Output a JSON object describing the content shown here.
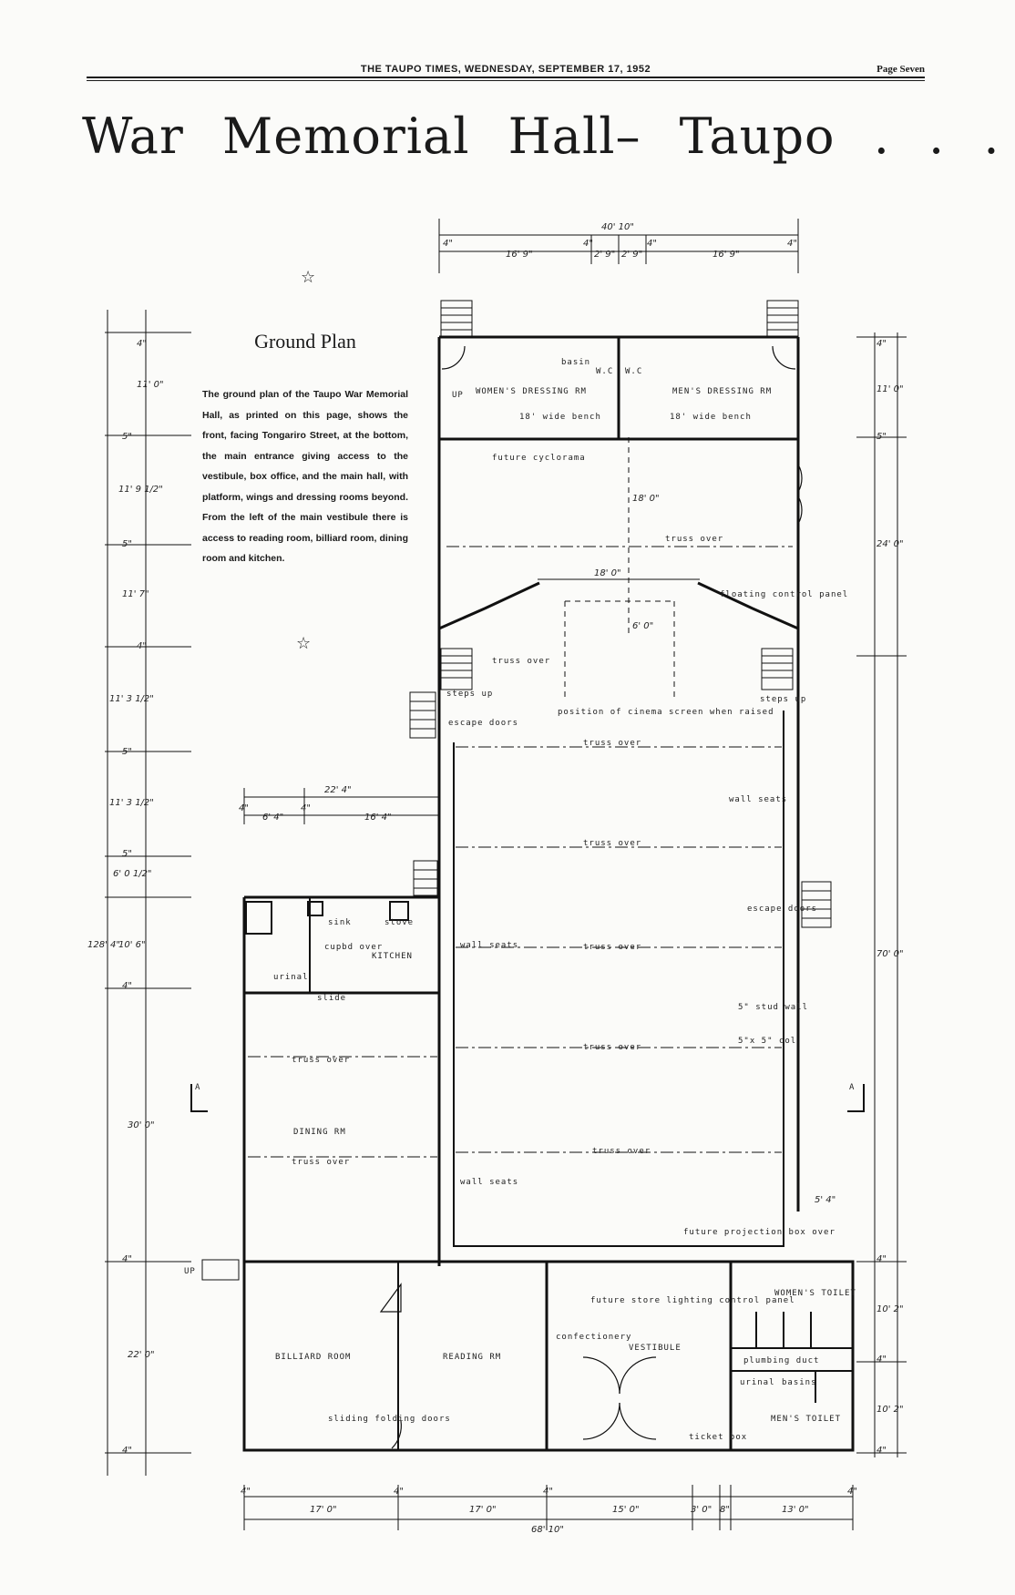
{
  "masthead": {
    "publication_line": "THE TAUPO TIMES, WEDNESDAY, SEPTEMBER 17, 1952",
    "page": "Page Seven"
  },
  "headline": "War  Memorial  Hall–  Taupo . . .",
  "ground_plan": {
    "title": "Ground Plan",
    "description": "The ground plan of the Taupo War Memorial Hall, as printed on this page, shows the front, facing Tongariro Street, at the bottom, the main entrance giving access to the vestibule, box office, and the main hall, with platform, wings and dressing rooms beyond. From the left of the main vestibule there is access to reading room, billiard room, dining room and kitchen."
  },
  "room_labels": {
    "womens_dressing": "WOMEN'S DRESSING RM",
    "mens_dressing": "MEN'S DRESSING RM",
    "basin": "basin",
    "wc": "W.C",
    "wc2": "W.C",
    "bench_left": "18' wide bench",
    "bench_right": "18' wide bench",
    "cyclorama": "future cyclorama",
    "lighting_panel": "floating control panel",
    "truss_over": "truss over",
    "steps_up_left": "steps up",
    "steps_up_right": "steps up",
    "escape_doors_left": "escape doors",
    "escape_doors_right": "escape doors",
    "cinema_screen": "position of cinema screen when raised",
    "wall_seats_1": "wall seats",
    "wall_seats_2": "wall seats",
    "wall_seats_3": "wall seats",
    "kitchen": "KITCHEN",
    "sink": "sink",
    "stove": "stove",
    "cupboard": "cupbd over",
    "urinal_k": "urinal",
    "slide": "slide",
    "stud_wall": "5\" stud wall",
    "col": "5\"x 5\" col",
    "dining": "DINING RM",
    "billiard": "BILLIARD ROOM",
    "reading": "READING RM",
    "sliding_doors": "sliding folding doors",
    "vestibule": "VESTIBULE",
    "confectionery": "confectionery",
    "future_store": "future store lighting control panel",
    "projection": "future projection box over",
    "womens_toilet": "WOMEN'S TOILET",
    "mens_toilet": "MEN'S TOILET",
    "plumbing_duct": "plumbing duct",
    "basins": "basins",
    "urinal": "urinal",
    "ticket_box": "ticket box",
    "up": "UP",
    "section_mark_left": "A",
    "section_mark_right": "A"
  },
  "dimensions": {
    "top_overall": "40' 10\"",
    "top_segments": [
      "4\"",
      "16' 9\"",
      "4\"",
      "2' 9\"",
      "2' 9\"",
      "4\"",
      "16' 9\"",
      "4\""
    ],
    "bottom_overall": "68' 10\"",
    "bottom_segments": [
      "4\"",
      "17' 0\"",
      "4\"",
      "17' 0\"",
      "4\"",
      "15' 0\"",
      "3' 0\"",
      "8\"",
      "13' 0\"",
      "4\""
    ],
    "left_overall": "128' 4\"",
    "left_segments": [
      "4\"",
      "11' 0\"",
      "5\"",
      "11' 9 1/2\"",
      "5\"",
      "11' 7\"",
      "4\"",
      "11' 3 1/2\"",
      "5\"",
      "11' 3 1/2\"",
      "5\"",
      "6' 0 1/2\"",
      "10' 6\"",
      "4\"",
      "30' 0\"",
      "4\"",
      "22' 0\"",
      "4\""
    ],
    "right_segments": [
      "4\"",
      "11' 0\"",
      "5\"",
      "24' 0\"",
      "70' 0\"",
      "4\"",
      "10' 2\"",
      "4\"",
      "10' 2\"",
      "4\""
    ],
    "kitchen_overall": "22' 4\"",
    "kitchen_segments": [
      "4\"",
      "6' 4\"",
      "4\"",
      "16' 4\""
    ],
    "stage_width": "18' 0\"",
    "stage_depth": "18' 0\"",
    "stage_offset": "6' 0\"",
    "side_wing": "5' 4\""
  }
}
